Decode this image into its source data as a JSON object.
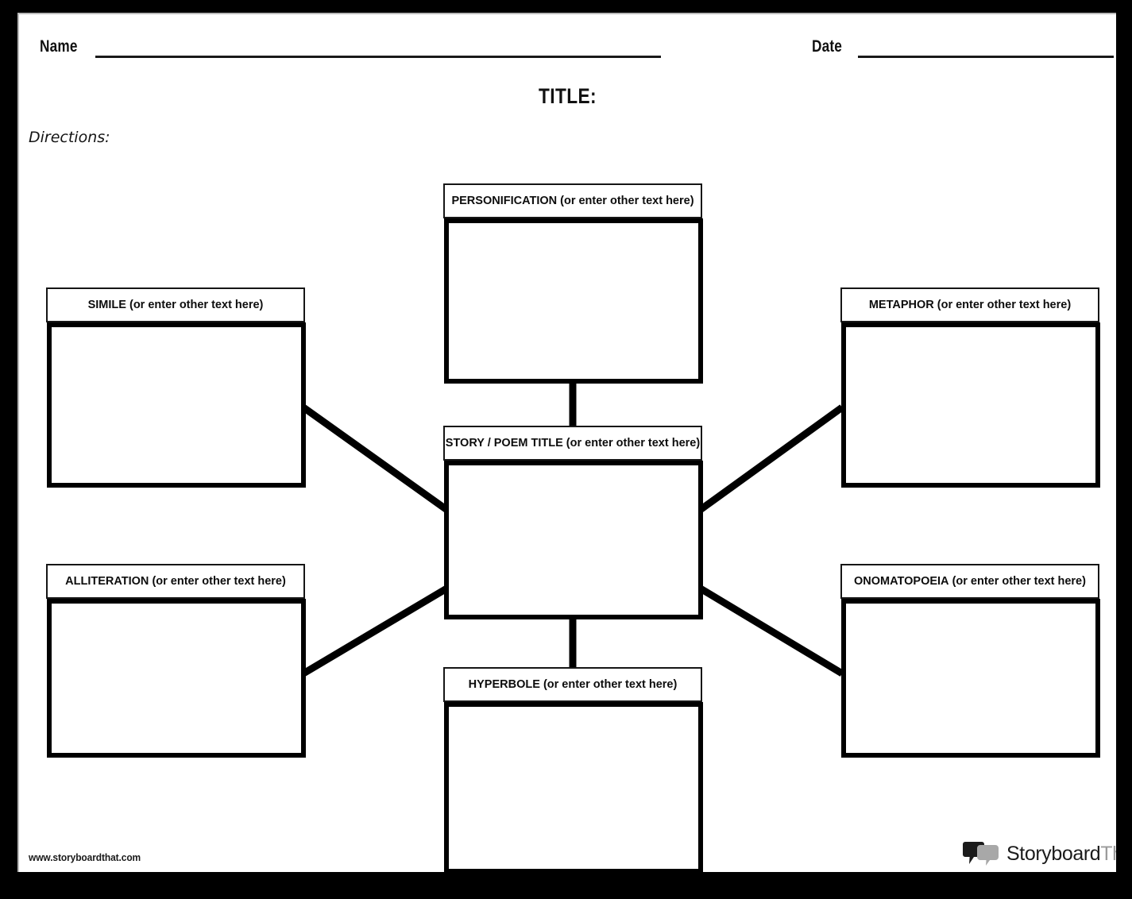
{
  "document": {
    "type": "worksheet",
    "sheet_title": "TITLE:",
    "directions_label": "Directions:",
    "name_label": "Name",
    "date_label": "Date",
    "name_value": "",
    "date_value": ""
  },
  "colors": {
    "page_background": "#ffffff",
    "frame": "#000000",
    "ink": "#000000",
    "logo_dark": "#1b1b1b",
    "logo_gray": "#9b9b9b"
  },
  "organizer": {
    "type": "spider-web-graphic-organizer",
    "center": {
      "id": "center",
      "term": "STORY / POEM TITLE",
      "hint": "(or enter other text here)",
      "body_text": ""
    },
    "nodes": [
      {
        "id": "personification",
        "term": "PERSONIFICATION",
        "hint": "(or enter other text here)",
        "body_text": "",
        "position": "top"
      },
      {
        "id": "simile",
        "term": "SIMILE",
        "hint": "(or enter other text here)",
        "body_text": "",
        "position": "top-left"
      },
      {
        "id": "metaphor",
        "term": "METAPHOR",
        "hint": "(or enter other text here)",
        "body_text": "",
        "position": "top-right"
      },
      {
        "id": "alliteration",
        "term": "ALLITERATION",
        "hint": "(or enter other text here)",
        "body_text": "",
        "position": "bottom-left"
      },
      {
        "id": "onomatopoeia",
        "term": "ONOMATOPOEIA",
        "hint": "(or enter other text here)",
        "body_text": "",
        "position": "bottom-right"
      },
      {
        "id": "hyperbole",
        "term": "HYPERBOLE",
        "hint": "(or enter other text here)",
        "body_text": "",
        "position": "bottom"
      }
    ]
  },
  "footer": {
    "url": "www.storyboardthat.com",
    "logo_word_a": "Storyboard",
    "logo_word_b": "That"
  }
}
